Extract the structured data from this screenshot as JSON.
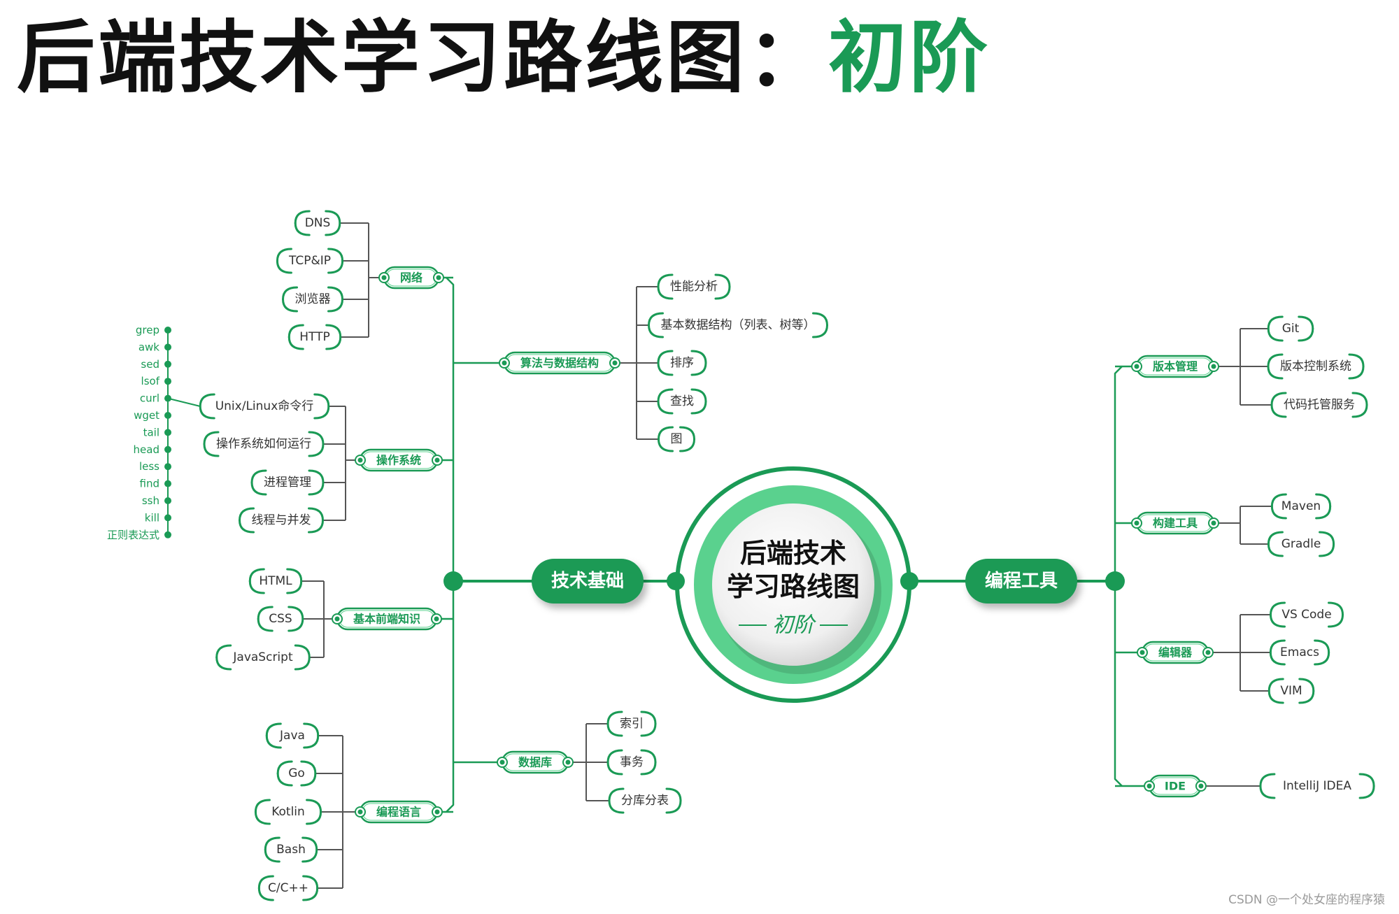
{
  "title": {
    "main": "后端技术学习路线图",
    "colon": "：",
    "sub": "初阶"
  },
  "center": {
    "line1": "后端技术",
    "line2": "学习路线图",
    "stage": "初阶"
  },
  "hubs": {
    "left": "技术基础",
    "right": "编程工具"
  },
  "left_categories": [
    {
      "label": "网络",
      "items": [
        "DNS",
        "TCP&IP",
        "浏览器",
        "HTTP"
      ]
    },
    {
      "label": "操作系统",
      "items": [
        "Unix/Linux命令行",
        "操作系统如何运行",
        "进程管理",
        "线程与并发"
      ]
    },
    {
      "label": "基本前端知识",
      "items": [
        "HTML",
        "CSS",
        "JavaScript"
      ]
    },
    {
      "label": "编程语言",
      "items": [
        "Java",
        "Go",
        "Kotlin",
        "Bash",
        "C/C++"
      ]
    },
    {
      "label": "算法与数据结构",
      "items": [
        "性能分析",
        "基本数据结构（列表、树等）",
        "排序",
        "查找",
        "图"
      ]
    },
    {
      "label": "数据库",
      "items": [
        "索引",
        "事务",
        "分库分表"
      ]
    }
  ],
  "linux_commands": [
    "grep",
    "awk",
    "sed",
    "lsof",
    "curl",
    "wget",
    "tail",
    "head",
    "less",
    "find",
    "ssh",
    "kill",
    "正则表达式"
  ],
  "right_categories": [
    {
      "label": "版本管理",
      "items": [
        "Git",
        "版本控制系统",
        "代码托管服务"
      ]
    },
    {
      "label": "构建工具",
      "items": [
        "Maven",
        "Gradle"
      ]
    },
    {
      "label": "编辑器",
      "items": [
        "VS Code",
        "Emacs",
        "VIM"
      ]
    },
    {
      "label": "IDE",
      "items": [
        "IntelliJ IDEA"
      ]
    }
  ],
  "colors": {
    "green": "#1a9a55",
    "dark_green": "#137a42",
    "light_green": "#5ad18e",
    "text": "#333333",
    "title_black": "#111111"
  },
  "watermark": "CSDN @一个处女座的程序猿"
}
